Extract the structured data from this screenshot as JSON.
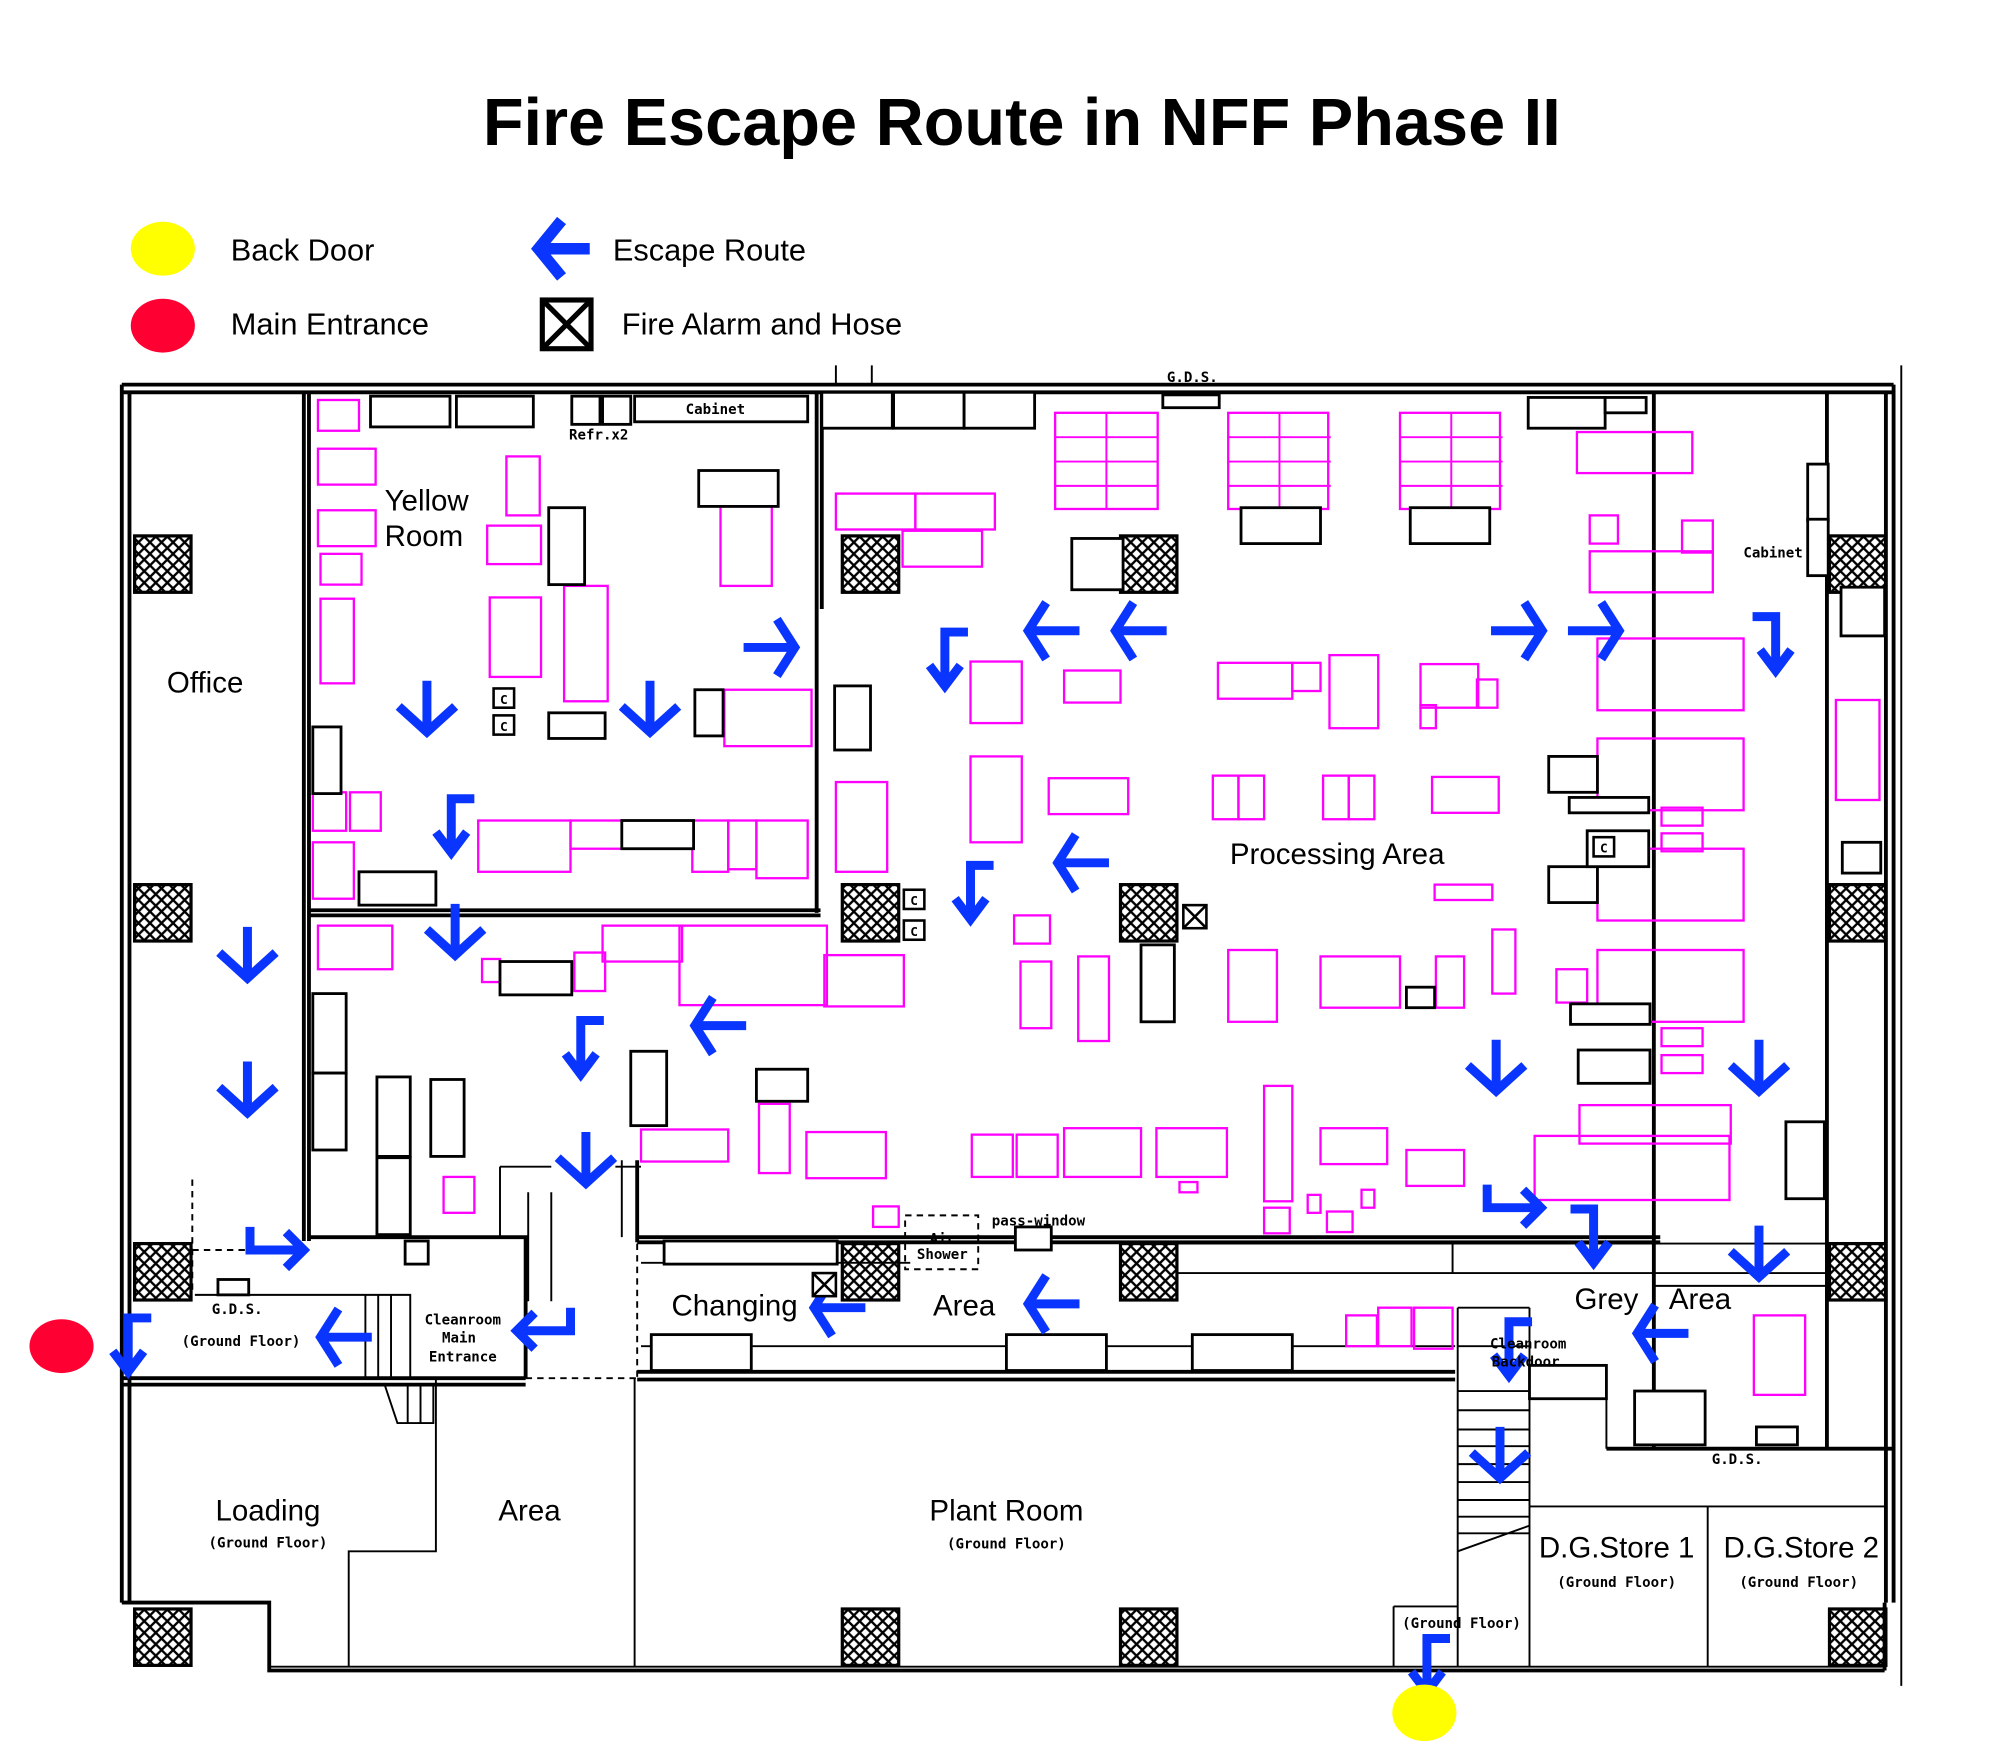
{
  "title": "Fire Escape Route in NFF Phase II",
  "legend": {
    "back_door": "Back Door",
    "main_entrance": "Main Entrance",
    "escape_route": "Escape Route",
    "fire_alarm": "Fire Alarm and Hose"
  },
  "colors": {
    "back_door": "#ffff00",
    "main_entrance": "#ff0033",
    "escape_route": "#0a35ff",
    "equipment": "#ff00ff"
  },
  "rooms": {
    "yellow_room_1": "Yellow",
    "yellow_room_2": "Room",
    "office": "Office",
    "processing": "Processing Area",
    "changing": "Changing",
    "changing_area": "Area",
    "grey": "Grey",
    "grey_area": "Area",
    "loading": "Loading",
    "loading_area": "Area",
    "plant_room": "Plant Room",
    "dg_store_1": "D.G.Store 1",
    "dg_store_2": "D.G.Store 2",
    "ground_floor": "(Ground Floor)"
  },
  "small_labels": {
    "gds": "G.D.S.",
    "cabinet": "Cabinet",
    "refr": "Refr.x2",
    "air": "Air",
    "shower": "Shower",
    "pass_window": "pass-window",
    "cleanroom": "Cleanroom",
    "main": "Main",
    "entrance": "Entrance",
    "backdoor": "Backdoor",
    "c": "C"
  }
}
